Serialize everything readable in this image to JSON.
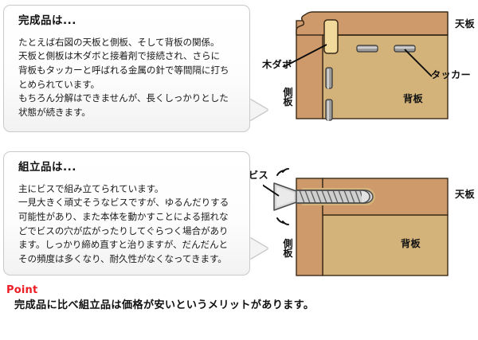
{
  "bubbles": [
    {
      "title": "完成品は...",
      "body": "たとえば右図の天板と側板、そして背板の関係。\n天板と側板は木ダボと接着剤で接続され、さらに\n背板もタッカーと呼ばれる金属の針で等間隔に打ち\nとめられています。\nもちろん分解はできませんが、長くしっかりとした\n状態が続きます。"
    },
    {
      "title": "組立品は...",
      "body": "主にビスで組み立てられています。\n一見大きく頑丈そうなビスですが、ゆるんだりする\n可能性があり、また本体を動かすことによる揺れな\nどでビスの穴が広がったりしてぐらつく場合があり\nます。しっかり締め直すと治りますが、だんだんと\nその頻度は多くなり、耐久性がなくなってきます。"
    }
  ],
  "point": {
    "label": "Point",
    "text": "完成品に比べ組立品は価格が安いというメリットがあります。",
    "label_color": "#ec1c24"
  },
  "diagram1": {
    "caption_dowel": "木ダボ",
    "caption_tacker": "タッカー",
    "caption_top": "天板",
    "caption_side": "側板",
    "caption_back": "背板"
  },
  "diagram2": {
    "caption_screw": "ビス",
    "caption_top": "天板",
    "caption_side": "側板",
    "caption_back": "背板"
  },
  "colors": {
    "top_panel": "#cf9a6b",
    "side_panel": "#cf9a6b",
    "back_panel": "#d4b37a",
    "dowel": "#f0d99a",
    "staple": "#8d8d8d",
    "outline": "#3a2a18",
    "screw_metal": "#d9d9d9",
    "point_red": "#ec1c24"
  }
}
